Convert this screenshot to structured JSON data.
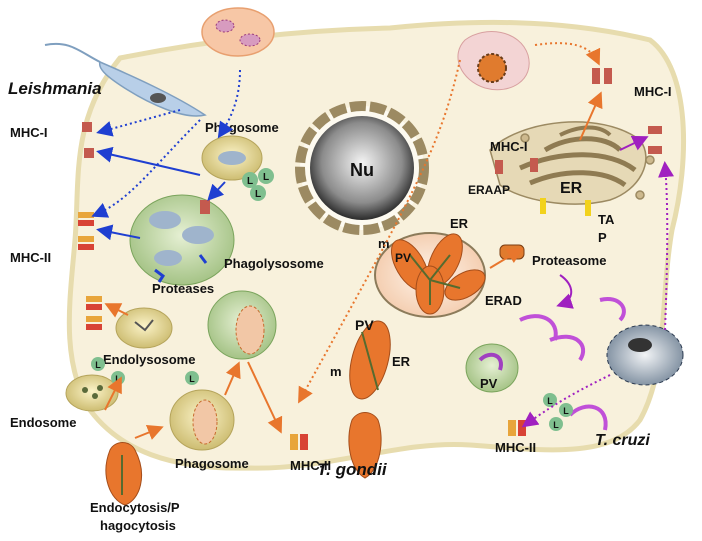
{
  "organisms": {
    "leishmania": "Leishmania",
    "t_gondii": "T. gondii",
    "t_cruzi": "T. cruzi"
  },
  "labels": {
    "nucleus": "Nu",
    "phagosome_top": "Phagosome",
    "phagolysosome": "Phagolysosome",
    "proteases": "Proteases",
    "endolysosome": "Endolysosome",
    "endosome": "Endosome",
    "phagosome_bottom": "Phagosome",
    "endocytosis_line1": "Endocytosis/P",
    "endocytosis_line2": "hagocytosis",
    "mhc1_left": "MHC-I",
    "mhc2_left": "MHC-II",
    "mhc2_bottom_center": "MHC-II",
    "mhc2_bottom_right": "MHC-II",
    "mhc1_er": "MHC-I",
    "mhc1_right": "MHC-I",
    "er": "ER",
    "eraap": "ERAAP",
    "tap_line1": "TA",
    "tap_line2": "P",
    "proteasome": "Proteasome",
    "erad": "ERAD",
    "er_vacuole": "ER",
    "pv_vacuole": "PV",
    "m_vacuole": "m",
    "pv_bottom": "PV",
    "m_bottom": "m",
    "er_bottom": "ER",
    "pv_cruzi": "PV",
    "lysosome": "L"
  },
  "colors": {
    "cell_fill": "#f8f1dc",
    "cell_stroke": "#e7dcae",
    "vesicle_green": "#cfe3b8",
    "parasite_orange": "#e8762d",
    "mhc_red": "#c45a4e",
    "arrow_blue": "#1f3fd1",
    "arrow_orange": "#e8762d",
    "arrow_purple": "#a020c0"
  }
}
